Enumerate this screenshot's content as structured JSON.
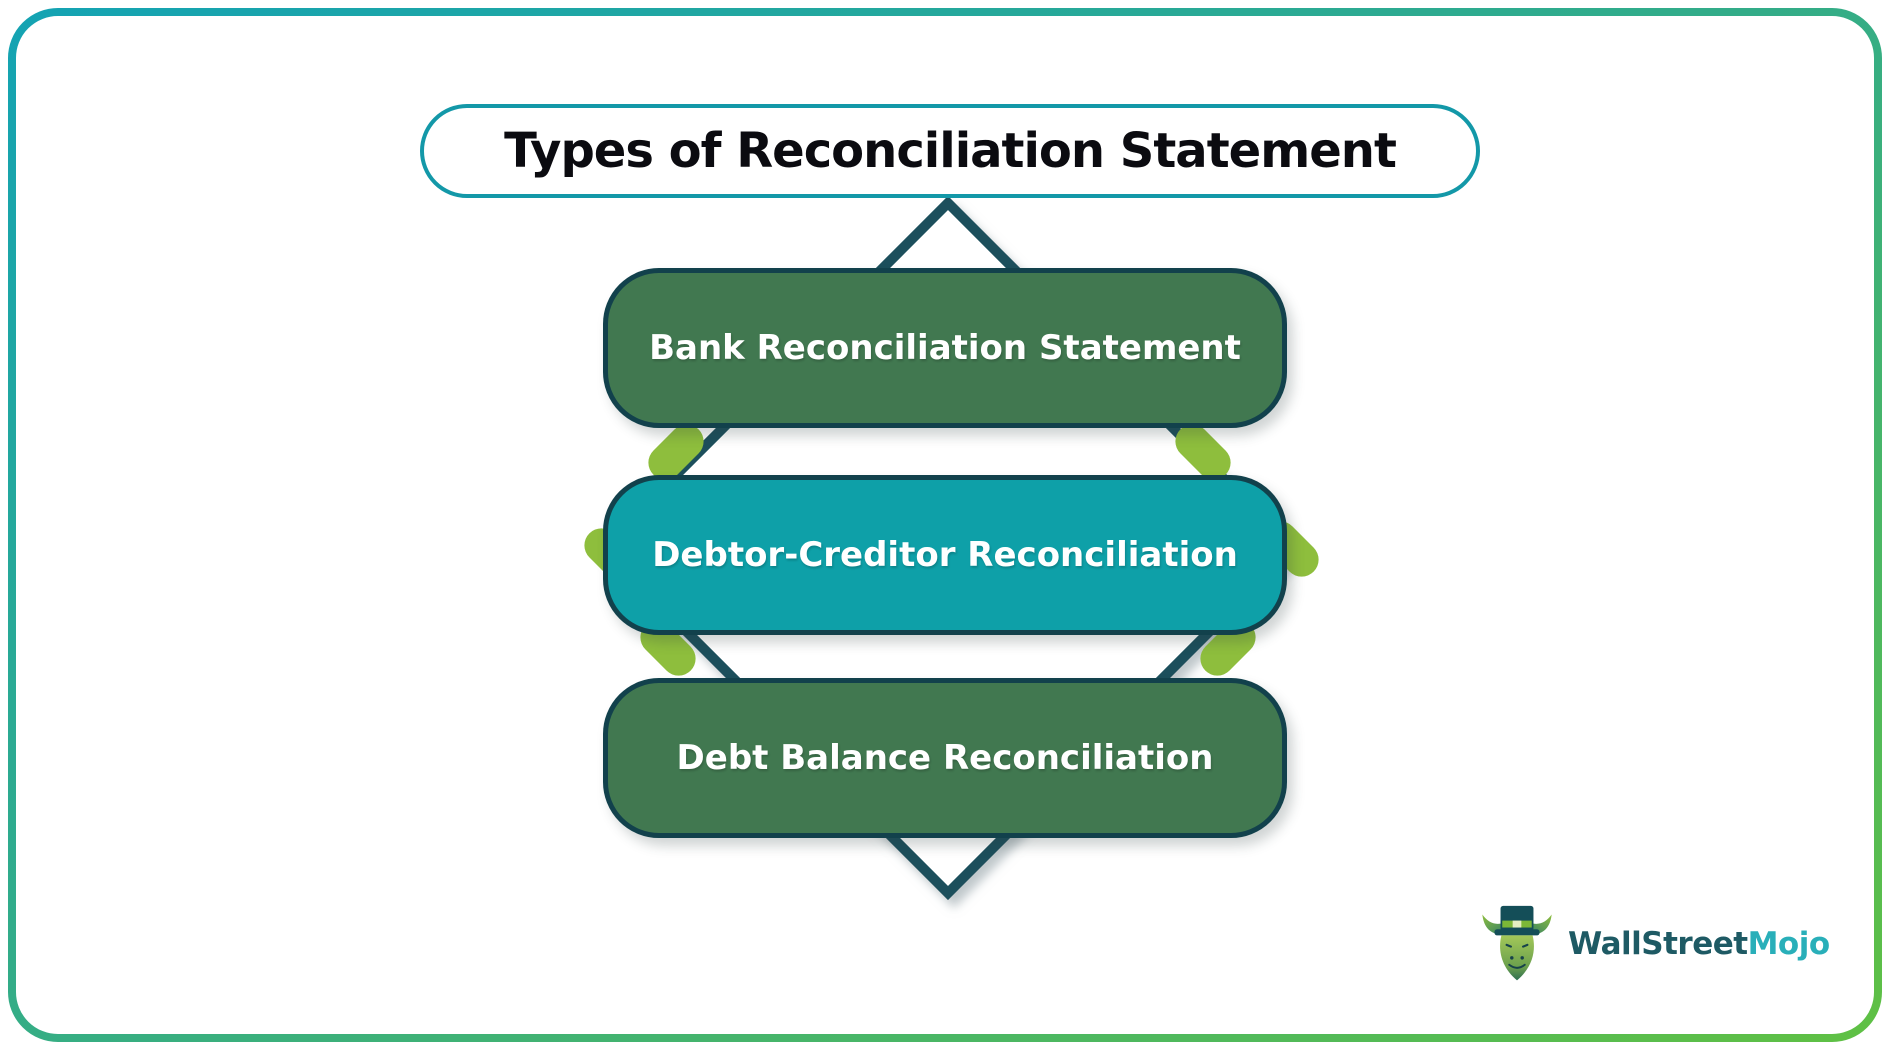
{
  "title": {
    "text": "Types of Reconciliation Statement"
  },
  "diagram": {
    "items": [
      {
        "label": "Bank Reconciliation Statement",
        "bg": "#417850"
      },
      {
        "label": "Debtor-Creditor Reconciliation",
        "bg": "#0ea0a8"
      },
      {
        "label": "Debt Balance Reconciliation",
        "bg": "#417850"
      }
    ]
  },
  "logo": {
    "wallstreet": "WallStreet",
    "mojo": "Mojo"
  },
  "colors": {
    "frame_gradient_start": "#14a3b3",
    "frame_gradient_mid": "#35ad85",
    "frame_gradient_end": "#5fc044",
    "title_border": "#1398a8",
    "title_text": "#0b0b10",
    "box_green": "#417850",
    "box_teal": "#0ea0a8",
    "box_border": "#12414c",
    "box_label_text": "#ffffff",
    "diamond_line": "#1a505b",
    "leaf_accent": "#8ebe3d",
    "logo_dark": "#1e5a64",
    "logo_teal": "#29afb9"
  }
}
